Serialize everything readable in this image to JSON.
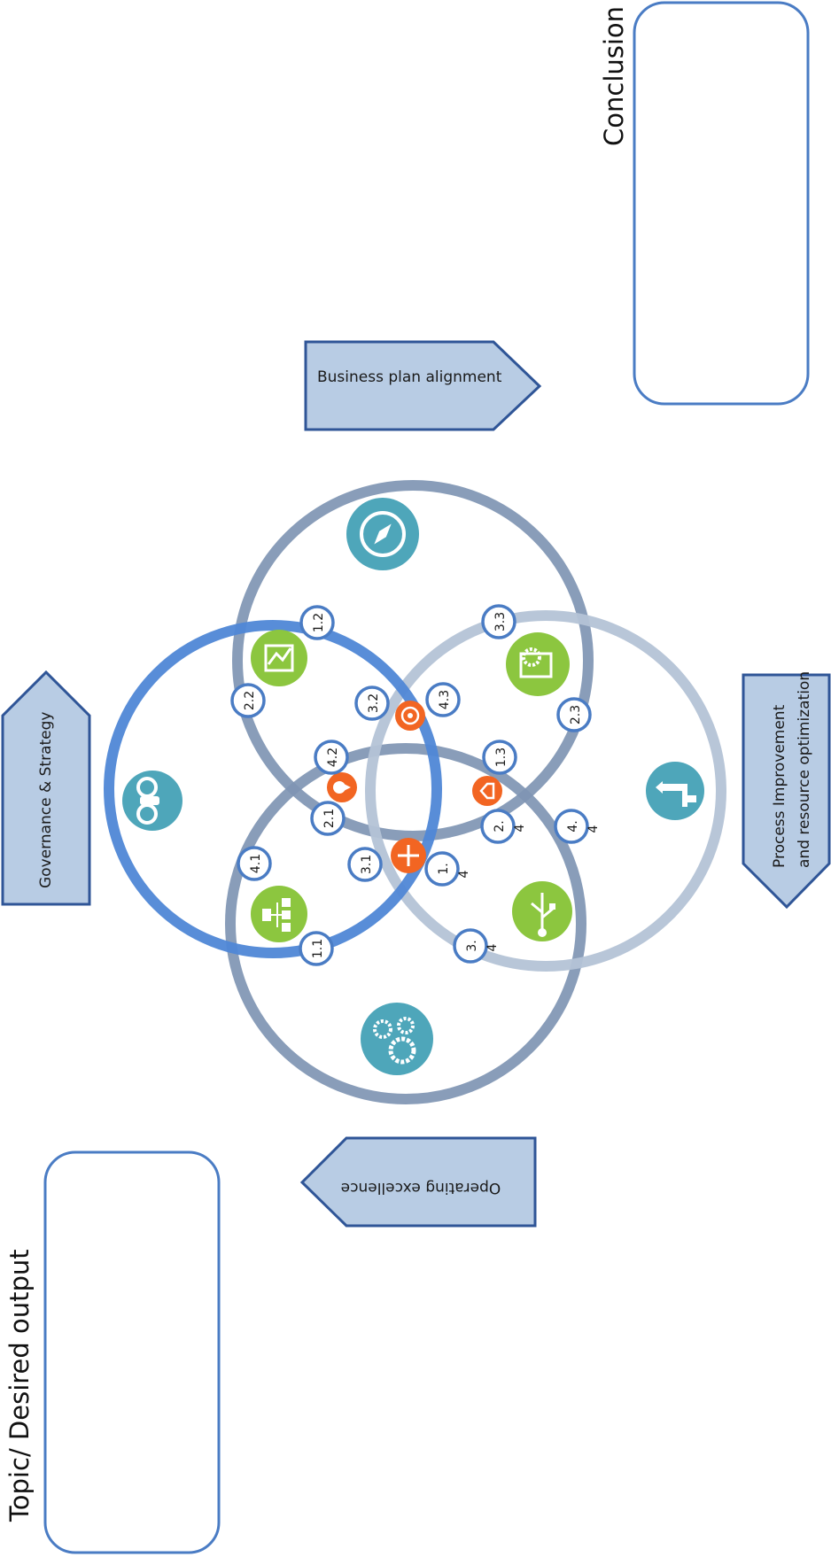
{
  "titles": {
    "topic": "Topic/ Desired output",
    "conclusion": "Conclusion"
  },
  "arrows": {
    "governance": "Governance & Strategy",
    "business": "Business plan alignment",
    "process_line1": "Process Improvement",
    "process_line2": "and resource optimization",
    "operating": "Operating excellence"
  },
  "nodes": {
    "n1_1": "1.1",
    "n1_2": "1.2",
    "n1_3": "1.3",
    "n1_4a": "1.",
    "n1_4b": "4",
    "n2_1": "2.1",
    "n2_2": "2.2",
    "n2_3": "2.3",
    "n2_4a": "2.",
    "n2_4b": "4",
    "n3_1": "3.1",
    "n3_2": "3.2",
    "n3_3": "3.3",
    "n3_4a": "3.",
    "n3_4b": "4",
    "n4_1": "4.1",
    "n4_2": "4.2",
    "n4_3": "4.3",
    "n4_4a": "4.",
    "n4_4b": "4"
  },
  "icons": [
    "binoculars-icon",
    "compass-icon",
    "gears-icon",
    "signpost-icon",
    "chart-icon",
    "hierarchy-icon",
    "settings-monitor-icon",
    "usb-icon",
    "target-icon",
    "bulb-icon",
    "diamond-icon",
    "scissors-icon"
  ],
  "colors": {
    "ring_dark": "#7f95b3",
    "ring_bright": "#4f87d6",
    "ring_light": "#b4c3d6",
    "teal_icon": "#4ea6ba",
    "green_icon": "#8cc63f",
    "orange_icon": "#f26522",
    "node_border": "#4a7cc4",
    "arrow_fill": "#b8cce4",
    "arrow_stroke": "#2f5597",
    "box_stroke": "#4a7cc4"
  }
}
